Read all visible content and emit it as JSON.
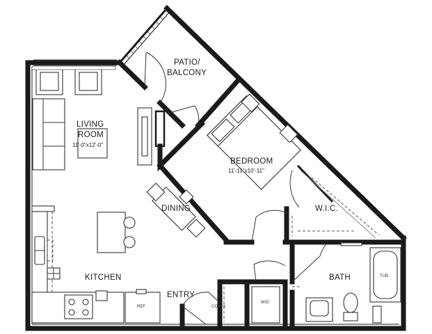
{
  "rooms": {
    "patio": {
      "line1": "PATIO/",
      "line2": "BALCONY"
    },
    "living": {
      "line1": "LIVING",
      "line2": "ROOM",
      "dims": "11'-0\"x12'-0\""
    },
    "bedroom": {
      "name": "BEDROOM",
      "dims": "11'-11\"x10'-11\""
    },
    "dining": {
      "name": "DINING"
    },
    "wic": {
      "name": "W.I.C."
    },
    "kitchen": {
      "name": "KITCHEN"
    },
    "entry": {
      "name": "ENTRY"
    },
    "bath": {
      "name": "BATH"
    }
  },
  "fixtures": {
    "coats": "COATS",
    "wd": "W/D",
    "ref": "REF",
    "tub": "TUB"
  }
}
